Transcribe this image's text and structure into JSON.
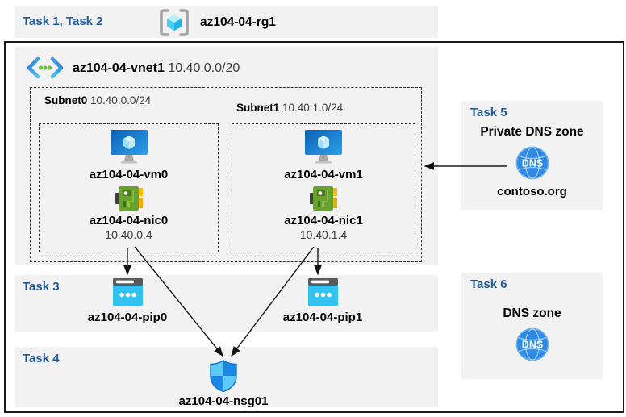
{
  "header": {
    "tasks_label": "Task 1, Task 2",
    "resource_group": "az104-04-rg1"
  },
  "vnet": {
    "name": "az104-04-vnet1",
    "cidr": "10.40.0.0/20",
    "subnets": [
      {
        "name": "Subnet0",
        "cidr": "10.40.0.0/24",
        "vm_name": "az104-04-vm0",
        "nic_name": "az104-04-nic0",
        "nic_ip": "10.40.0.4"
      },
      {
        "name": "Subnet1",
        "cidr": "10.40.1.0/24",
        "vm_name": "az104-04-vm1",
        "nic_name": "az104-04-nic1",
        "nic_ip": "10.40.1.4"
      }
    ]
  },
  "task3": {
    "label": "Task 3",
    "pip0": "az104-04-pip0",
    "pip1": "az104-04-pip1"
  },
  "task4": {
    "label": "Task 4",
    "nsg_name": "az104-04-nsg01"
  },
  "task5": {
    "label": "Task 5",
    "title": "Private DNS zone",
    "zone_name": "contoso.org",
    "dns_badge": "DNS"
  },
  "task6": {
    "label": "Task 6",
    "title": "DNS zone",
    "dns_badge": "DNS"
  },
  "colors": {
    "task_heading_blue": "#1f5b99",
    "panel_gray": "#f2f2f2",
    "arrow_black": "#1a1a1a",
    "vm_blue": "#1169c4",
    "nic_green": "#68a12e",
    "nic_yellow": "#ffb900",
    "pip_cyan": "#33c1f0",
    "nsg_light_blue": "#5ec8f7",
    "nsg_dark_blue": "#1d87e4",
    "dns_blue": "#2d8ae5",
    "vnet_dot_green": "#6fbe44"
  }
}
